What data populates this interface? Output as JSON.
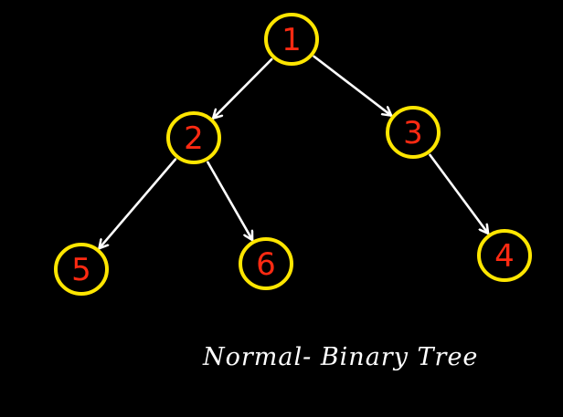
{
  "diagram": {
    "caption": "Normal- Binary Tree",
    "colors": {
      "background": "#000000",
      "node_ring": "#ffe600",
      "node_label": "#ff2a12",
      "edge": "#ffffff",
      "caption": "#ffffff"
    },
    "nodes": [
      {
        "id": "1",
        "label": "1"
      },
      {
        "id": "2",
        "label": "2"
      },
      {
        "id": "3",
        "label": "3"
      },
      {
        "id": "5",
        "label": "5"
      },
      {
        "id": "6",
        "label": "6"
      },
      {
        "id": "4",
        "label": "4"
      }
    ],
    "edges": [
      {
        "from": "1",
        "to": "2"
      },
      {
        "from": "1",
        "to": "3"
      },
      {
        "from": "2",
        "to": "5"
      },
      {
        "from": "2",
        "to": "6"
      },
      {
        "from": "3",
        "to": "4"
      }
    ]
  }
}
